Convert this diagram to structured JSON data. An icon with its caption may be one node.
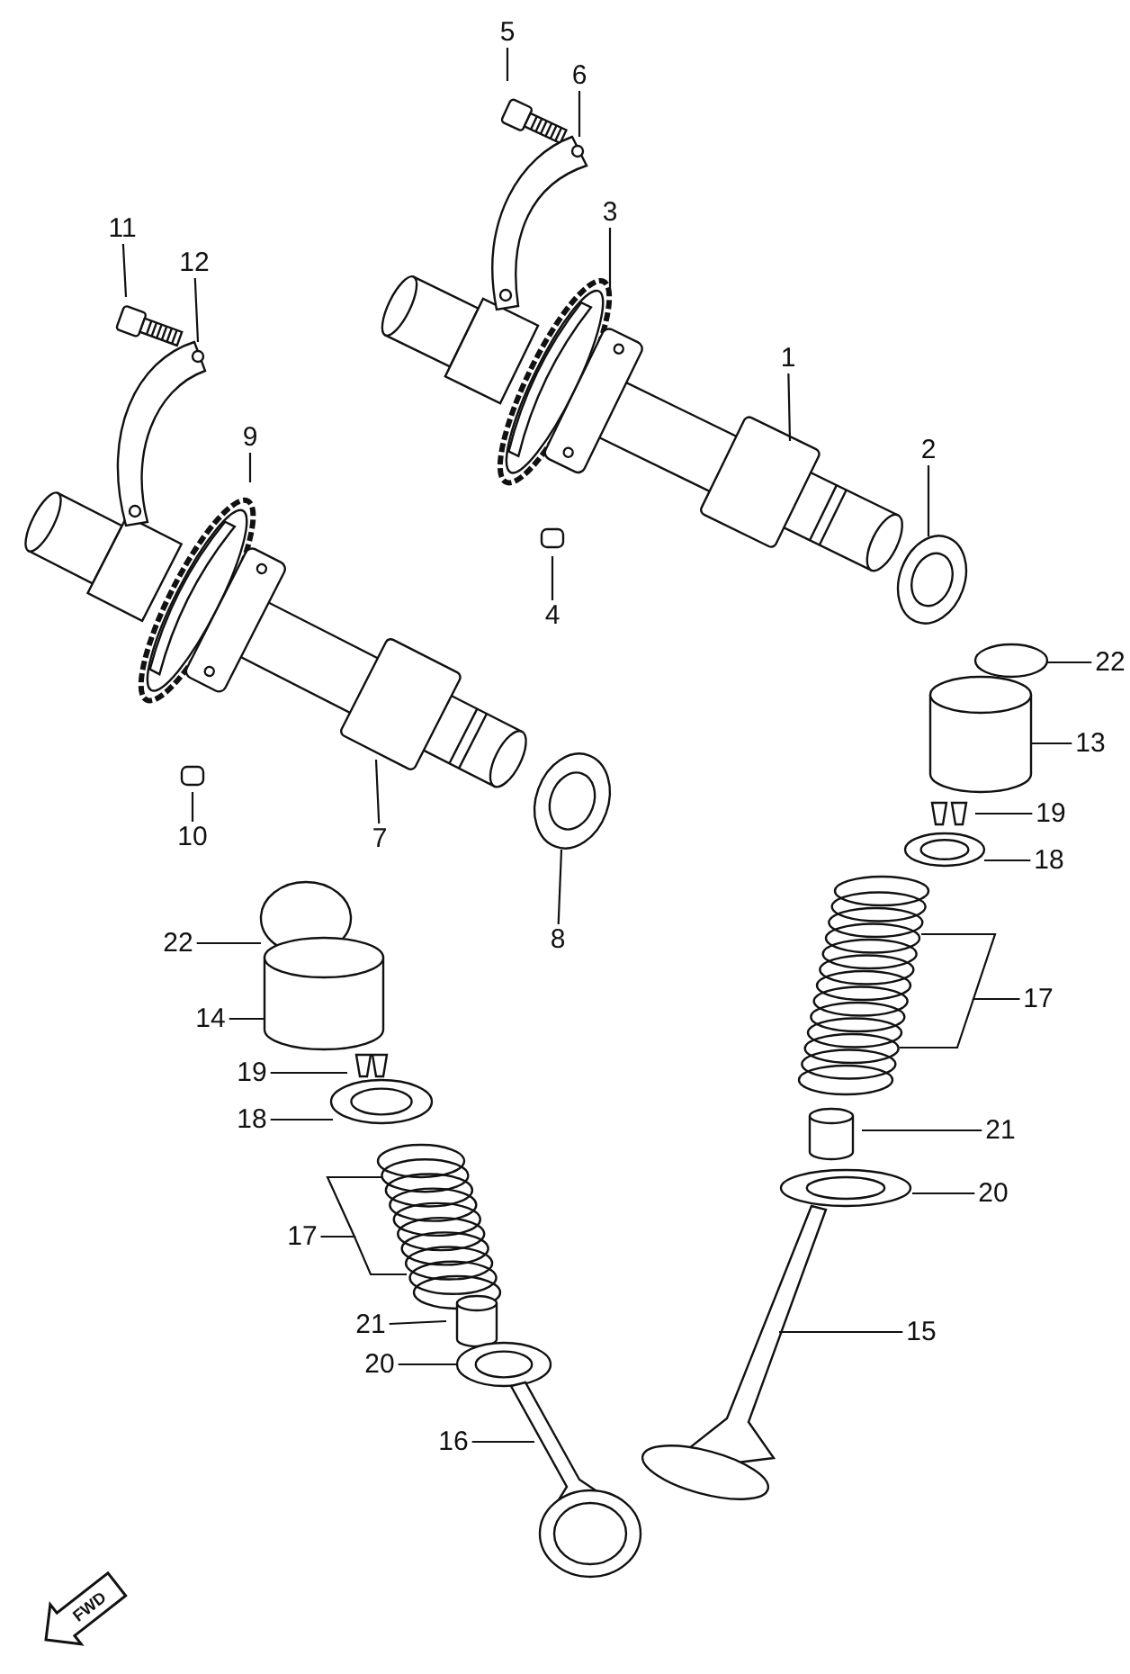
{
  "diagram": {
    "nodes": [
      {
        "text": [
          "5"
        ]
      },
      {
        "text": [
          "6"
        ]
      },
      {
        "text": [
          "3"
        ]
      },
      {
        "text": [
          "11"
        ]
      },
      {
        "text": [
          "12"
        ]
      },
      {
        "text": [
          "1"
        ]
      },
      {
        "text": [
          "9"
        ]
      },
      {
        "text": [
          "2"
        ]
      },
      {
        "text": [
          "4"
        ]
      },
      {
        "text": [
          "22"
        ]
      },
      {
        "text": [
          "13"
        ]
      },
      {
        "text": [
          "19"
        ]
      },
      {
        "text": [
          "10"
        ]
      },
      {
        "text": [
          "7"
        ]
      },
      {
        "text": [
          "18"
        ]
      },
      {
        "text": [
          "8"
        ]
      },
      {
        "text": [
          "22"
        ]
      },
      {
        "text": [
          "17"
        ]
      },
      {
        "text": [
          "14"
        ]
      },
      {
        "text": [
          "19"
        ]
      },
      {
        "text": [
          "18"
        ]
      },
      {
        "text": [
          "21"
        ]
      },
      {
        "text": [
          "20"
        ]
      },
      {
        "text": [
          "17"
        ]
      },
      {
        "text": [
          "21"
        ]
      },
      {
        "text": [
          "15"
        ]
      },
      {
        "text": [
          "20"
        ]
      },
      {
        "text": [
          "16"
        ]
      }
    ],
    "edges": [
      {
        "from": 0,
        "to": null,
        "arrow": "none"
      },
      {
        "from": 1,
        "to": null,
        "arrow": "none"
      },
      {
        "from": 2,
        "to": null,
        "arrow": "none"
      },
      {
        "from": 3,
        "to": null,
        "arrow": "none"
      },
      {
        "from": 4,
        "to": null,
        "arrow": "none"
      },
      {
        "from": 5,
        "to": null,
        "arrow": "none"
      },
      {
        "from": 6,
        "to": null,
        "arrow": "none"
      },
      {
        "from": 7,
        "to": null,
        "arrow": "none"
      },
      {
        "from": 8,
        "to": null,
        "arrow": "none"
      },
      {
        "from": 9,
        "to": null,
        "arrow": "none"
      },
      {
        "from": 10,
        "to": null,
        "arrow": "none"
      },
      {
        "from": 11,
        "to": null,
        "arrow": "none"
      },
      {
        "from": 12,
        "to": null,
        "arrow": "none"
      },
      {
        "from": 13,
        "to": null,
        "arrow": "none"
      },
      {
        "from": 14,
        "to": null,
        "arrow": "none"
      },
      {
        "from": 15,
        "to": null,
        "arrow": "none"
      },
      {
        "from": 16,
        "to": null,
        "arrow": "none"
      },
      {
        "from": 17,
        "to": null,
        "arrow": "none"
      },
      {
        "from": 17,
        "to": null,
        "arrow": "none"
      },
      {
        "from": 18,
        "to": null,
        "arrow": "none"
      },
      {
        "from": 19,
        "to": null,
        "arrow": "none"
      },
      {
        "from": 20,
        "to": null,
        "arrow": "none"
      },
      {
        "from": 21,
        "to": null,
        "arrow": "none"
      },
      {
        "from": 22,
        "to": null,
        "arrow": "none"
      },
      {
        "from": 23,
        "to": null,
        "arrow": "none"
      },
      {
        "from": 23,
        "to": null,
        "arrow": "none"
      },
      {
        "from": 24,
        "to": null,
        "arrow": "none"
      },
      {
        "from": 25,
        "to": null,
        "arrow": "none"
      },
      {
        "from": 26,
        "to": null,
        "arrow": "none"
      },
      {
        "from": 27,
        "to": null,
        "arrow": "none"
      }
    ],
    "labels": [
      "FWD"
    ]
  }
}
